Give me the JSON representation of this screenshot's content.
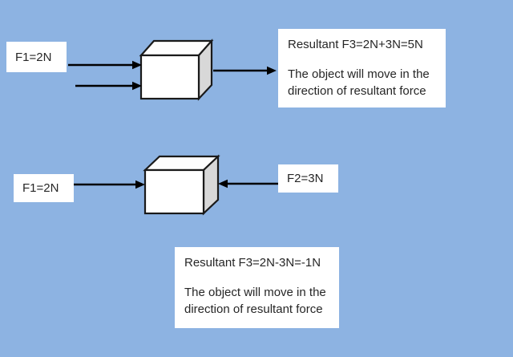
{
  "colors": {
    "background": "#8DB3E2",
    "label_background": "#FFFFFF",
    "text": "#262626",
    "arrow": "#000000",
    "cube_front": "#FFFFFF",
    "cube_top": "#FDFDFD",
    "cube_side": "#D8D8D8",
    "cube_stroke": "#1A1A1A"
  },
  "top_diagram": {
    "force1_label": "F1=2N",
    "result_line1": "Resultant F3=2N+3N=5N",
    "result_line2": "The object will move in the",
    "result_line3": "direction of resultant force"
  },
  "bottom_diagram": {
    "force1_label": "F1=2N",
    "force2_label": "F2=3N",
    "result_line1": "Resultant F3=2N-3N=-1N",
    "result_line2": "The object will move in the",
    "result_line3": "direction of resultant force"
  }
}
